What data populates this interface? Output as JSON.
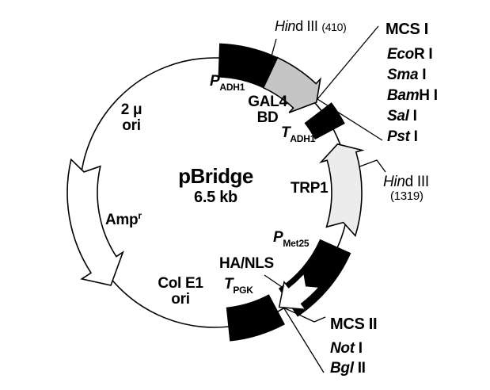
{
  "figure": {
    "kind": "plasmid-map"
  },
  "title": {
    "name": "pBridge",
    "size": "6.5 kb"
  },
  "features": {
    "p_adh1": {
      "main": "P",
      "sub": "ADH1"
    },
    "gal4_bd": {
      "line1": "GAL4",
      "line2": "BD"
    },
    "t_adh1": {
      "main": "T",
      "sub": "ADH1"
    },
    "trp1": {
      "label": "TRP1"
    },
    "p_met25": {
      "main": "P",
      "sub": "Met25"
    },
    "ha_nls": {
      "label": "HA/NLS"
    },
    "t_pgk": {
      "main": "T",
      "sub": "PGK"
    },
    "col_e1_ori": {
      "line1": "Col E1",
      "line2": "ori"
    },
    "amp_r": {
      "main": "Amp",
      "sup": "r"
    },
    "two_micron_ori": {
      "line1": "2 μ",
      "line2": "ori"
    }
  },
  "restriction_sites": {
    "hind3_410": {
      "italic": "Hin",
      "plain": "d III",
      "position": "(410)"
    },
    "hind3_1319": {
      "italic": "Hin",
      "plain": "d III",
      "position": "(1319)"
    },
    "mcs1": {
      "title": "MCS I",
      "enzymes": [
        {
          "it": "Eco",
          "pl": "R I"
        },
        {
          "it": "Sma",
          "pl": " I"
        },
        {
          "it": "Bam",
          "pl": "H I"
        },
        {
          "it": "Sal",
          "pl": " I"
        },
        {
          "it": "Pst",
          "pl": " I"
        }
      ]
    },
    "mcs2": {
      "title": "MCS II",
      "enzymes": [
        {
          "it": "Not",
          "pl": " I"
        },
        {
          "it": "Bgl",
          "pl": " II"
        }
      ]
    }
  },
  "colors": {
    "outline": "#000000",
    "gal4_fill": "#c5c5c5",
    "trp1_fill": "#ececec",
    "white_fill": "#ffffff"
  }
}
